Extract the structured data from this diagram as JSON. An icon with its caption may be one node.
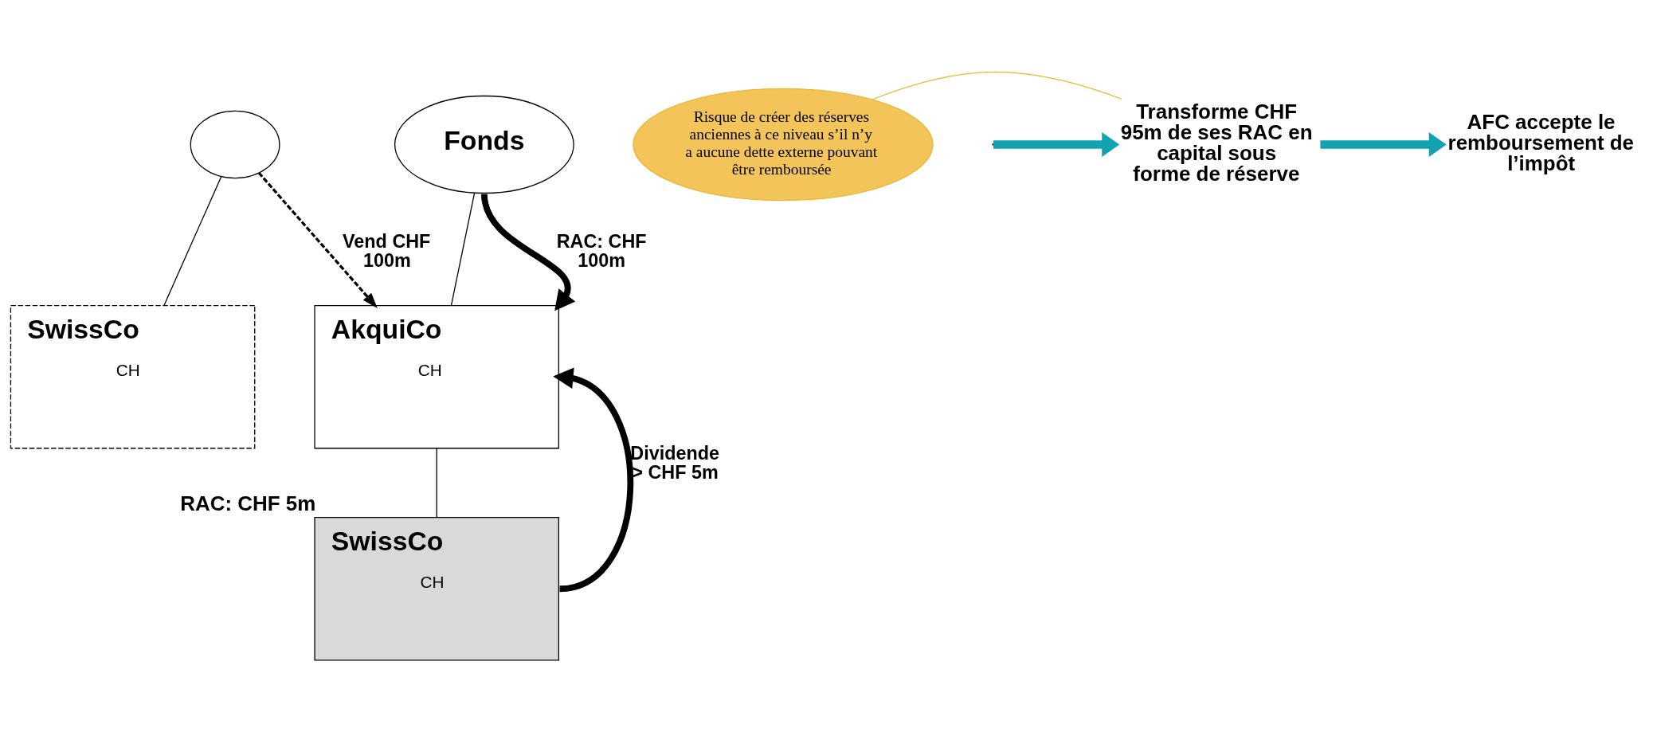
{
  "diagram": {
    "nodes": [
      {
        "text": [],
        "shape": "circle"
      },
      {
        "text": [
          "SwissCo",
          "CH"
        ]
      },
      {
        "text": [
          "Fonds"
        ]
      },
      {
        "text": [
          "AkquiCo",
          "CH"
        ]
      },
      {
        "text": [
          "SwissCo",
          "CH"
        ],
        "beside": [
          "RAC: CHF 5m"
        ]
      },
      {
        "text": [
          "Transforme CHF 95m de ses RAC en capital sous forme de réserve"
        ]
      },
      {
        "text": [
          "AFC accepte le remboursement de l’impôt"
        ]
      },
      {
        "text": [
          "Risque de créer des réserves anciennes à ce niveau s’il n’y a aucune dette externe pouvant être remboursée"
        ]
      }
    ],
    "edges": [
      {
        "from": 0,
        "to": 1,
        "arrow": "none"
      },
      {
        "from": 0,
        "to": 3,
        "arrow": "to",
        "label": "Vend CHF 100m",
        "style": "dashed"
      },
      {
        "from": 2,
        "to": 3,
        "arrow": "none"
      },
      {
        "from": 2,
        "to": 3,
        "arrow": "to",
        "label": "RAC: CHF 100m",
        "style": "thick"
      },
      {
        "from": 3,
        "to": 4,
        "arrow": "none"
      },
      {
        "from": 4,
        "to": 3,
        "arrow": "to",
        "label": "Dividende > CHF 5m",
        "style": "thick"
      },
      {
        "from": null,
        "to": 5,
        "arrow": "to",
        "style": "thick",
        "color": "#12a3b0"
      },
      {
        "from": 5,
        "to": 6,
        "arrow": "to",
        "style": "thick",
        "color": "#12a3b0"
      },
      {
        "from": 7,
        "to": 5,
        "arrow": "none",
        "color": "#e8b830"
      }
    ]
  }
}
